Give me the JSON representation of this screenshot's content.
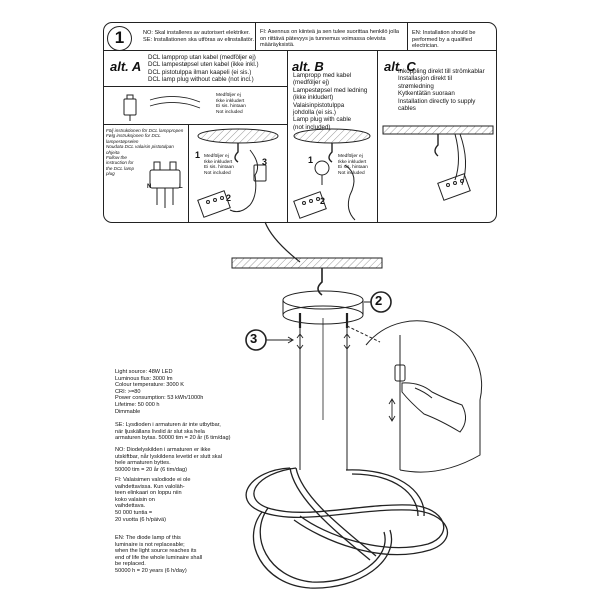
{
  "step1": {
    "number": "1",
    "warn_se_no": "NO: Skal installeres av autorisert elektriker.\nSE: Installationen ska utföras av elinstallatör.",
    "warn_fi": "FI:  Asennus on kiinteä ja sen tulee suorittaa henkilö jolla\non riittävä pätevyys ja tunnemus voimassa olevista määräyksistä.",
    "warn_en": "EN: Installation should be\nperformed by a qualified electrician."
  },
  "alt_a": {
    "title": "alt. A",
    "desc": "DCL lampprop utan kabel (medföljer ej)\nDCL lampestøpsel uten kabel (ikke inkl.)\nDCL  pistotulppa ilman kaapeli (ei sis.)\nDCL lamp plug without cable (not incl.)",
    "small_note": "Medföljer ej\nIkke inkludert\nEi sis. hintaan\nNot included",
    "instr": "Följ instruktionen för DCL lamppropen\nFølg instruksjonen for DCL\nlampestøpselen\nNoudata DCL valaisin pistotulpan\nohjeita\nFollow the\ninstruction for\nthe DCL lamp\nplug",
    "note2": "Medföljer ej\nIkke inkludert\nEi sis. hintaan\nNot included",
    "lbl_1": "1",
    "lbl_2": "2",
    "lbl_3": "3",
    "lbl_n": "N",
    "lbl_l": "L"
  },
  "alt_b": {
    "title": "alt. B",
    "desc": "Lampropp med kabel\n(medföljer ej)\nLampestøpsel med ledning\n(ikke inkludert)\nValaisinpistotulppa\njohdolla (ei sis.)\nLamp plug with cable\n(not included)",
    "note": "Medföljer ej\nIkke inkludert\nEi sis. hintaan\nNot included",
    "lbl_1": "1",
    "lbl_2": "2"
  },
  "alt_c": {
    "title": "alt. C",
    "desc": "Inkoppling direkt till strömkablar\nInstallasjon direkt til\nstrømledning\nKytkentätän suoraan\nInstallation directly to supply\ncables"
  },
  "callouts": {
    "two": "2",
    "three": "3"
  },
  "specs": {
    "lines": "Light source:  48W LED\nLuminous flux: 3000 lm\nColour temperature: 3000 K\nCRI: >=80\nPower consumption: 53 kWh/1000h\nLifetime: 50 000 h\nDimmable",
    "se": "SE: Lysdioden i armaturen är inte utbytbar,\nnär ljuskällans livslid är slut ska hela\narmaturen bytas. 50000 tim = 20 år (6 tim/dag)",
    "no": "NO: Diodelyskilden i armaturen er ikke\nutskiftbar, når lyskildens levetid er slutt skal\nhele armaturen byttes.\n50000 tim = 20 år (6 tim/dag)",
    "fi": "FI: Valaisimen valodiode ei ole\nvaihdettavissa. Kun valoläh-\nteen elinkaari on loppu niin\nkoko valaisin on\nvaihdettava.\n50 000 tuntia =\n20 vuotta (6 h/päivä)",
    "en": "EN: The diode lamp of this\nluminaire is not replaceable;\nwhen the light source reaches its\nend of life the whole luminaire shall\nbe replaced.\n50000 h = 20 years (6 h/day)"
  },
  "colors": {
    "line": "#222222",
    "ceiling": "#e6e6e6"
  }
}
